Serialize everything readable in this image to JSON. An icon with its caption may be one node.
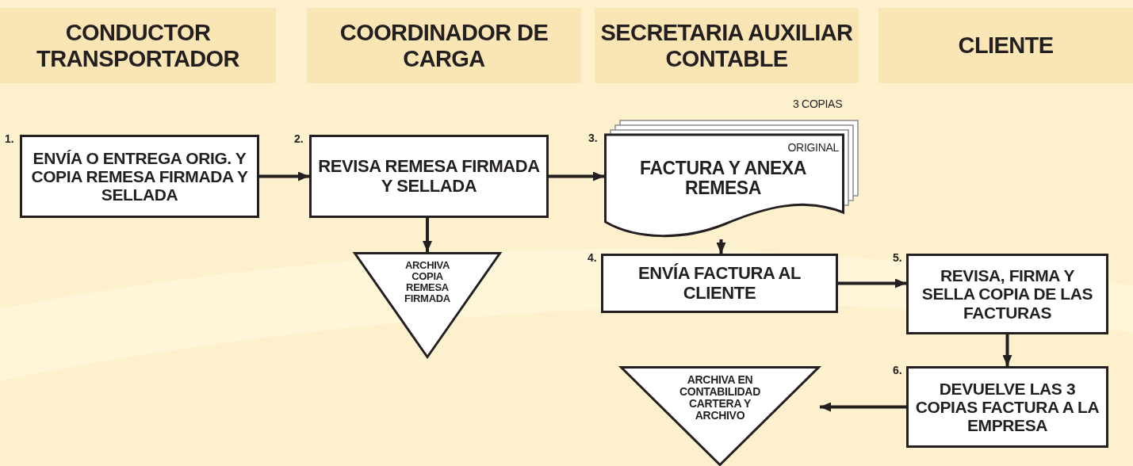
{
  "diagram": {
    "nodes": [
      {
        "text": [
          "CONDUCTOR TRANSPORTADOR"
        ]
      },
      {
        "text": [
          "COORDINADOR DE CARGA"
        ]
      },
      {
        "text": [
          "SECRETARIA AUXILIAR CONTABLE"
        ]
      },
      {
        "text": [
          "CLIENTE"
        ]
      },
      {
        "text": [
          "ENVÍA O ENTREGA ORIG. Y COPIA REMESA FIRMADA Y SELLADA"
        ],
        "beside": [
          "1."
        ]
      },
      {
        "text": [
          "REVISA REMESA FIRMADA Y SELLADA"
        ],
        "beside": [
          "2."
        ]
      },
      {
        "text": [
          "ORIGINAL",
          "FACTURA Y ANEXA REMESA"
        ],
        "beside": [
          "3 COPIAS",
          "3."
        ]
      },
      {
        "text": [
          "ARCHIVA COPIA REMESA FIRMADA"
        ]
      },
      {
        "text": [
          "ENVÍA FACTURA AL CLIENTE"
        ],
        "beside": [
          "4."
        ]
      },
      {
        "text": [
          "REVISA, FIRMA Y SELLA COPIA DE LAS FACTURAS"
        ],
        "beside": [
          "5."
        ]
      },
      {
        "text": [
          "DEVUELVE LAS 3 COPIAS FACTURA A LA EMPRESA"
        ],
        "beside": [
          "6."
        ]
      },
      {
        "text": [
          "ARCHIVA EN CONTABILIDAD CARTERA Y ARCHIVO"
        ]
      }
    ],
    "edges": [
      {
        "from": 4,
        "to": 5,
        "arrow": "to"
      },
      {
        "from": 5,
        "to": 6,
        "arrow": "to"
      },
      {
        "from": 5,
        "to": 7,
        "arrow": "to"
      },
      {
        "from": 6,
        "to": 8,
        "arrow": "to"
      },
      {
        "from": 8,
        "to": 9,
        "arrow": "to"
      },
      {
        "from": 9,
        "to": 10,
        "arrow": "to"
      },
      {
        "from": 10,
        "to": 11,
        "arrow": "to"
      }
    ]
  }
}
